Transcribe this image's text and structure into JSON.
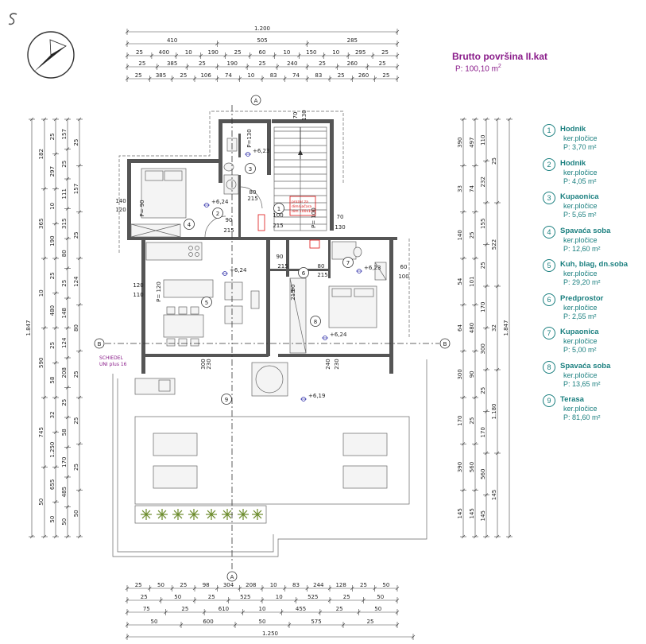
{
  "plan": {
    "title": "Brutto površina II.kat",
    "subtitle_prefix": "P: 100,10 m",
    "subtitle_sup": "2",
    "axis_a": "A",
    "axis_b": "B",
    "window_note": [
      "prozor za",
      "dimnjačara",
      "dim.100x100"
    ],
    "chimney_note": [
      "SCHIEDEL",
      "UNI plus 16"
    ]
  },
  "legend": [
    {
      "num": "1",
      "name": "Hodnik",
      "material": "ker.pločice",
      "area": "P: 3,70 m²"
    },
    {
      "num": "2",
      "name": "Hodnik",
      "material": "ker.pločice",
      "area": "P: 4,05 m²"
    },
    {
      "num": "3",
      "name": "Kupaonica",
      "material": "ker.pločice",
      "area": "P: 5,65 m²"
    },
    {
      "num": "4",
      "name": "Spavaća soba",
      "material": "ker.pločice",
      "area": "P: 12,60 m²"
    },
    {
      "num": "5",
      "name": "Kuh, blag, dn.soba",
      "material": "ker.pločice",
      "area": "P: 29,20 m²"
    },
    {
      "num": "6",
      "name": "Predprostor",
      "material": "ker.pločice",
      "area": "P: 2,55 m²"
    },
    {
      "num": "7",
      "name": "Kupaonica",
      "material": "ker.pločice",
      "area": "P: 5,00 m²"
    },
    {
      "num": "8",
      "name": "Spavaća soba",
      "material": "ker.pločice",
      "area": "P: 13,65 m²"
    },
    {
      "num": "9",
      "name": "Terasa",
      "material": "ker.pločice",
      "area": "P: 81,60 m²"
    }
  ],
  "dims_top": {
    "total": "1.200",
    "row1": [
      "410",
      "505",
      "285"
    ],
    "row2": [
      "25",
      "400",
      "10",
      "190",
      "25",
      "60",
      "10",
      "150",
      "10",
      "295",
      "25"
    ],
    "row3": [
      "25",
      "385",
      "25",
      "190",
      "25",
      "240",
      "25",
      "260",
      "25"
    ],
    "row4": [
      "25",
      "385",
      "25",
      "106",
      "74",
      "10",
      "83",
      "74",
      "83",
      "25",
      "260",
      "25"
    ]
  },
  "dims_bottom": {
    "total": "1.250",
    "row1": [
      "25",
      "50",
      "25",
      "98",
      "304",
      "208",
      "10",
      "83",
      "244",
      "128",
      "25",
      "50"
    ],
    "row2": [
      "25",
      "50",
      "25",
      "525",
      "10",
      "525",
      "25",
      "50"
    ],
    "row3": [
      "75",
      "25",
      "610",
      "10",
      "455",
      "25",
      "50"
    ],
    "row4": [
      "50",
      "600",
      "50",
      "575",
      "25"
    ]
  },
  "dims_left": {
    "total_outer": "1.847",
    "total_mid": "1.250",
    "col_a": [
      "182",
      "365",
      "10",
      "590",
      "745",
      "50"
    ],
    "col_b": [
      "25",
      "297",
      "10",
      "190",
      "25",
      "480",
      "25",
      "58",
      "32",
      "1.250",
      "655",
      "50"
    ],
    "col_c": [
      "157",
      "25",
      "111",
      "315",
      "80",
      "25",
      "148",
      "124",
      "208",
      "25",
      "58",
      "170",
      "485",
      "50"
    ],
    "col_d": [
      "25",
      "157",
      "25",
      "124",
      "80",
      "25",
      "25",
      "25",
      "50"
    ]
  },
  "dims_right": {
    "total": "1.847",
    "col_a": [
      "390",
      "33",
      "140",
      "54",
      "64",
      "300",
      "170",
      "390",
      "145"
    ],
    "col_b": [
      "497",
      "74",
      "25",
      "101",
      "480",
      "90",
      "25",
      "560",
      "145"
    ],
    "col_c": [
      "110",
      "232",
      "155",
      "25",
      "170",
      "300",
      "25",
      "170",
      "560",
      "145"
    ],
    "col_d": [
      "25",
      "522",
      "32",
      "1.180",
      "145"
    ]
  },
  "plan_labels": {
    "levels": [
      "+6,23",
      "+6,24",
      "+6,24",
      "+6,23",
      "+6,24",
      "+6,19"
    ],
    "rooms": [
      "1",
      "2",
      "3",
      "4",
      "5",
      "6",
      "7",
      "8",
      "9"
    ],
    "door_dims": [
      "90",
      "215",
      "80",
      "215",
      "100",
      "215",
      "70",
      "130",
      "90",
      "215",
      "80",
      "215",
      "60",
      "100",
      "120",
      "110",
      "90",
      "215",
      "300",
      "230",
      "240",
      "230",
      "140",
      "120",
      "70",
      "130"
    ],
    "parapets": [
      "P= 90",
      "P= 120",
      "P= 100",
      "P=130"
    ]
  }
}
